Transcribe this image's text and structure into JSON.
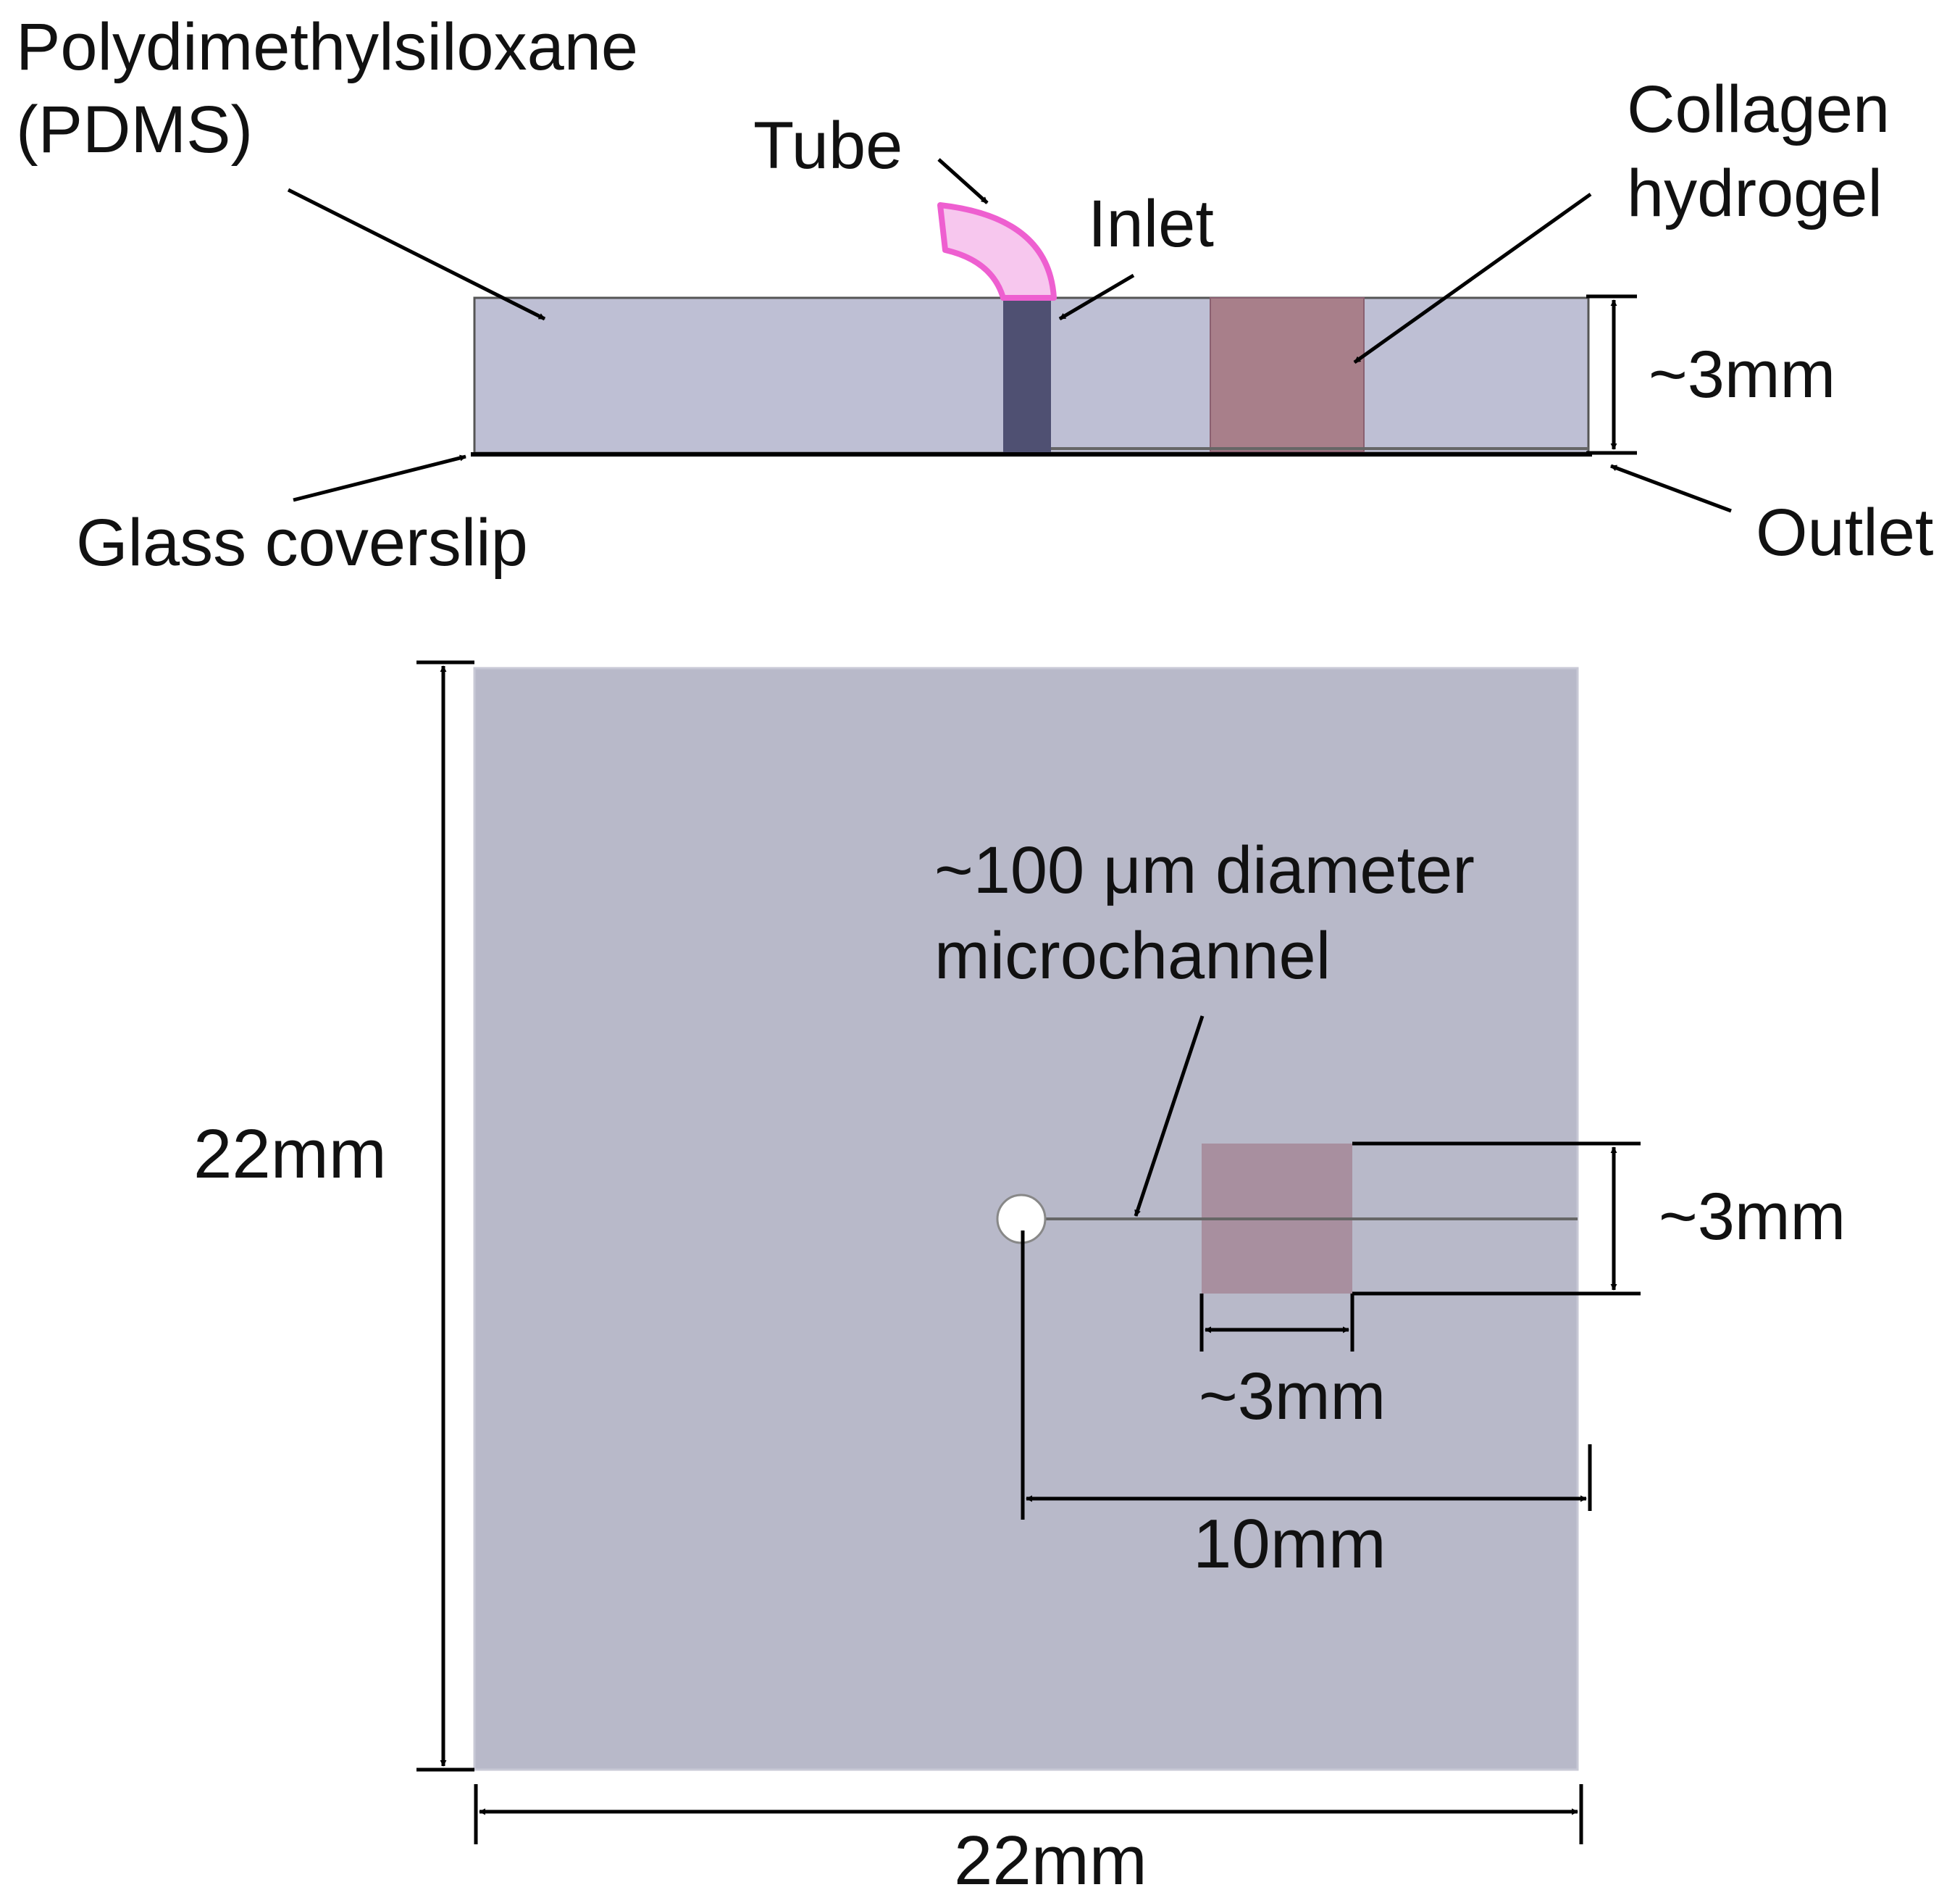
{
  "colors": {
    "pdms": "#bebfd4",
    "pdms_top_view": "#b8b9c9",
    "hydrogel": "#a87f8a",
    "hydrogel_top_view": "#a88f9f",
    "inlet_channel": "#4f5072",
    "tube_fill": "#f7c7ee",
    "tube_stroke": "#ee5fd0",
    "line": "#000000"
  },
  "side_view": {
    "pdms_label_line1": "Polydimethylsiloxane",
    "pdms_label_line2": "(PDMS)",
    "tube_label": "Tube",
    "inlet_label": "Inlet",
    "hydrogel_label_line1": "Collagen",
    "hydrogel_label_line2": "hydrogel",
    "height_label": "~3mm",
    "coverslip_label": "Glass coverslip",
    "outlet_label": "Outlet"
  },
  "top_view": {
    "channel_label_line1": "~100 μm diameter",
    "channel_label_line2": "microchannel",
    "chip_height_label": "22mm",
    "chip_width_label": "22mm",
    "gel_height_label": "~3mm",
    "gel_width_label": "~3mm",
    "channel_length_label": "10mm"
  }
}
